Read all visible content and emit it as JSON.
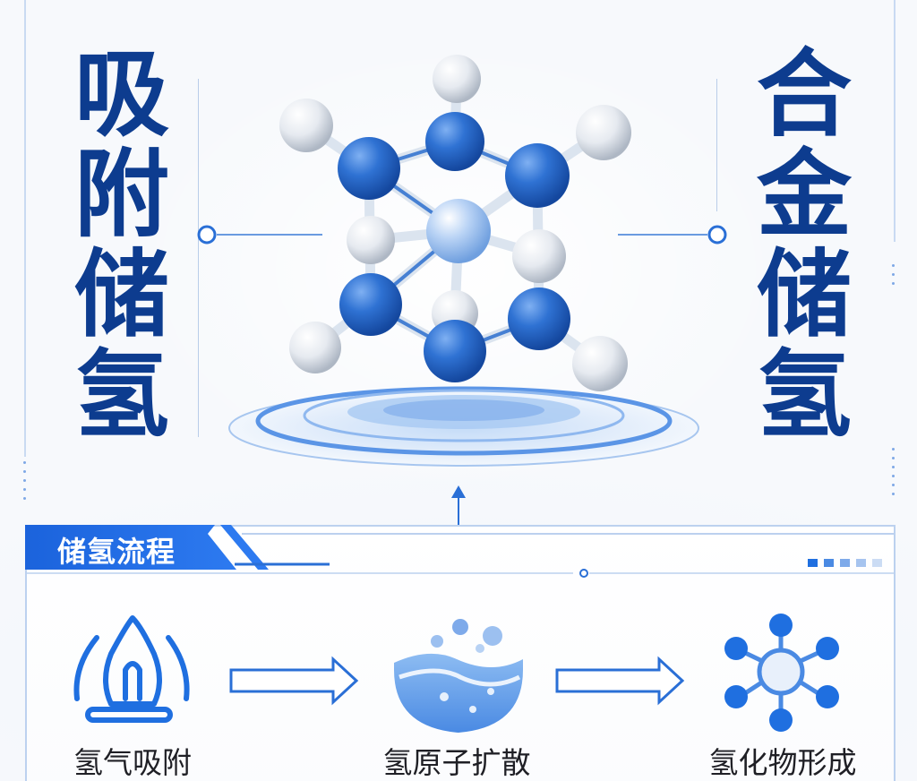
{
  "titles": {
    "left": [
      "吸",
      "附",
      "储",
      "氢"
    ],
    "right": [
      "合",
      "金",
      "储",
      "氢"
    ]
  },
  "process": {
    "tab_label": "储氢流程",
    "steps": [
      {
        "label": "氢气吸附",
        "icon": "hydrogen-adsorption-icon"
      },
      {
        "label": "氢原子扩散",
        "icon": "hydrogen-diffusion-icon"
      },
      {
        "label": "氢化物形成",
        "icon": "hydride-formation-icon"
      }
    ]
  },
  "colors": {
    "title": "#0d3c8f",
    "accent": "#1f6fe0",
    "atom_blue": "#2d6fcf",
    "atom_white": "#e9edf3",
    "line": "#6a9be0"
  }
}
